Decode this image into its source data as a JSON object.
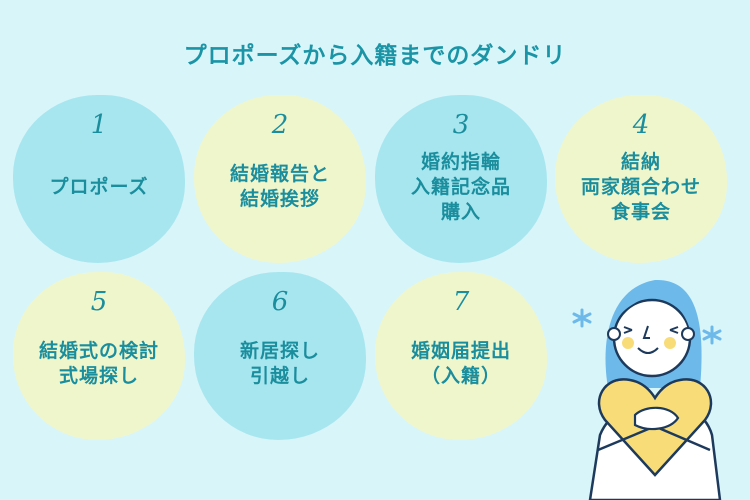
{
  "title": "プロポーズから入籍までのダンドリ",
  "steps": [
    {
      "number": "1",
      "lines": [
        "プロポーズ"
      ],
      "color": "blue"
    },
    {
      "number": "2",
      "lines": [
        "結婚報告と",
        "結婚挨拶"
      ],
      "color": "yellow"
    },
    {
      "number": "3",
      "lines": [
        "婚約指輪",
        "入籍記念品",
        "購入"
      ],
      "color": "blue"
    },
    {
      "number": "4",
      "lines": [
        "結納",
        "両家顔合わせ",
        "食事会"
      ],
      "color": "yellow"
    },
    {
      "number": "5",
      "lines": [
        "結婚式の検討",
        "式場探し"
      ],
      "color": "yellow"
    },
    {
      "number": "6",
      "lines": [
        "新居探し",
        "引越し"
      ],
      "color": "blue"
    },
    {
      "number": "7",
      "lines": [
        "婚姻届提出",
        "（入籍）"
      ],
      "color": "yellow"
    }
  ],
  "colors": {
    "background": "#d8f5fa",
    "blue_circle": "#a8e6ef",
    "yellow_circle": "#f0f6cc",
    "text": "#1b8e9e",
    "hair": "#6cb9ea",
    "heart": "#f8dc78"
  }
}
